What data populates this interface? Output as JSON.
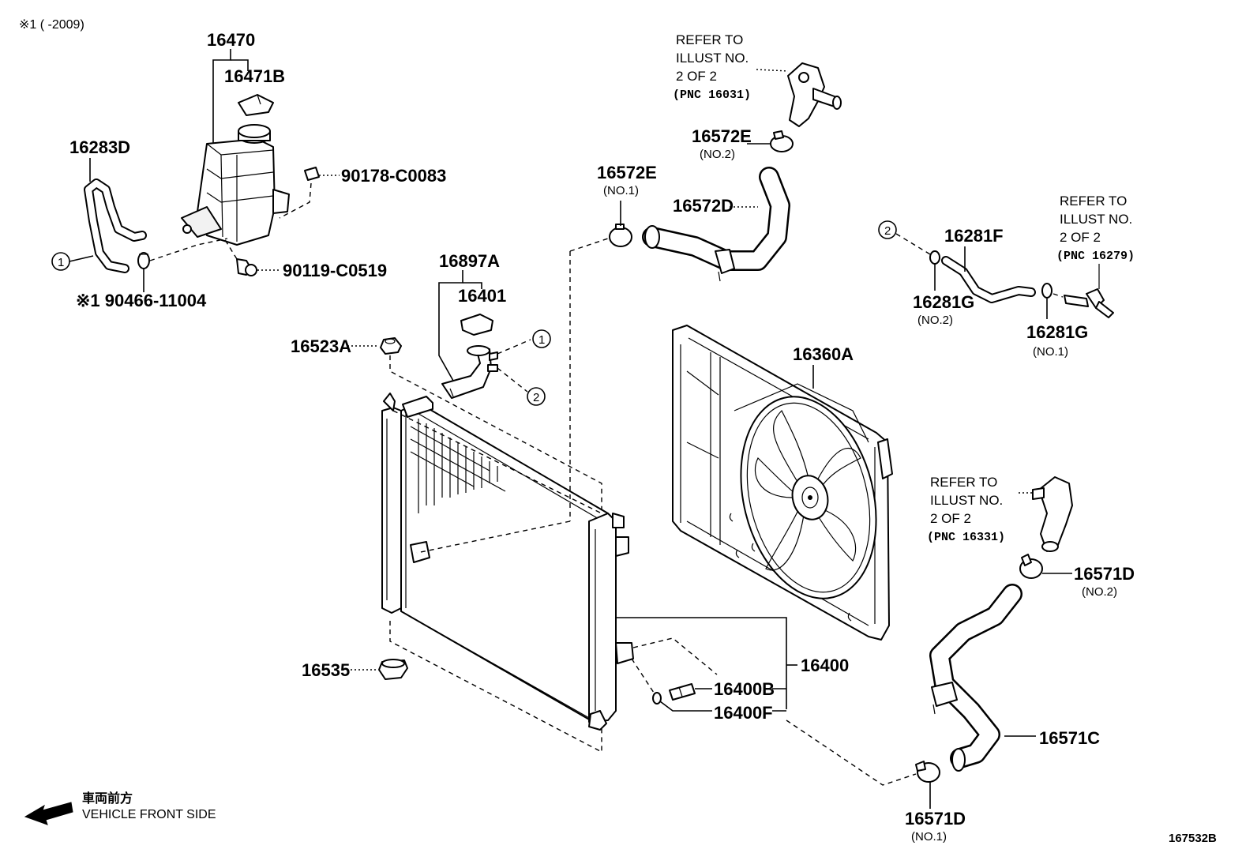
{
  "header": {
    "note": "※1 (      -2009)"
  },
  "footer": {
    "direction_jp": "車両前方",
    "direction_en": "VEHICLE FRONT SIDE",
    "illustration_id": "167532B"
  },
  "parts": {
    "p16470": "16470",
    "p16471B": "16471B",
    "p16283D": "16283D",
    "p90178": "90178-C0083",
    "p90119": "90119-C0519",
    "p90466": "※1 90466-11004",
    "p16897A": "16897A",
    "p16401": "16401",
    "p16523A": "16523A",
    "p16535": "16535",
    "p16400": "16400",
    "p16400B": "16400B",
    "p16400F": "16400F",
    "p16360A": "16360A",
    "p16572E_1": "16572E",
    "p16572E_1_sub": "(NO.1)",
    "p16572E_2": "16572E",
    "p16572E_2_sub": "(NO.2)",
    "p16572D": "16572D",
    "p16281F": "16281F",
    "p16281G_2": "16281G",
    "p16281G_2_sub": "(NO.2)",
    "p16281G_1": "16281G",
    "p16281G_1_sub": "(NO.1)",
    "p16571D_2": "16571D",
    "p16571D_2_sub": "(NO.2)",
    "p16571D_1": "16571D",
    "p16571D_1_sub": "(NO.1)",
    "p16571C": "16571C"
  },
  "references": {
    "ref1": {
      "l1": "REFER TO",
      "l2": "ILLUST NO.",
      "l3": "2 OF 2",
      "l4": "(PNC 16031)"
    },
    "ref2": {
      "l1": "REFER TO",
      "l2": "ILLUST NO.",
      "l3": "2 OF 2",
      "l4": "(PNC 16279)"
    },
    "ref3": {
      "l1": "REFER TO",
      "l2": "ILLUST NO.",
      "l3": "2 OF 2",
      "l4": "(PNC 16331)"
    }
  },
  "callouts": {
    "c1": "1",
    "c2": "2"
  }
}
